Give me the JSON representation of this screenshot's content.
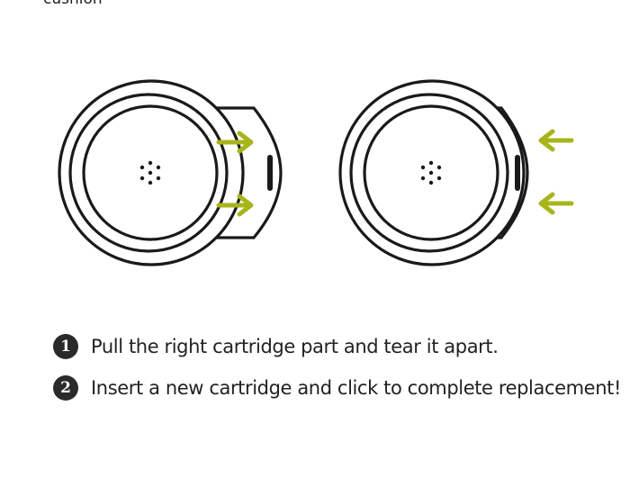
{
  "header": {
    "partial_text": "cushion"
  },
  "illustration": {
    "left_figure": "cartridge-removal",
    "right_figure": "cartridge-insertion",
    "arrow_color": "#a8b51a",
    "line_color": "#1a1a1a"
  },
  "steps": [
    {
      "number": "1",
      "text": "Pull the right cartridge part and tear it apart."
    },
    {
      "number": "2",
      "text": "Insert a new cartridge and click to complete replacement!"
    }
  ]
}
